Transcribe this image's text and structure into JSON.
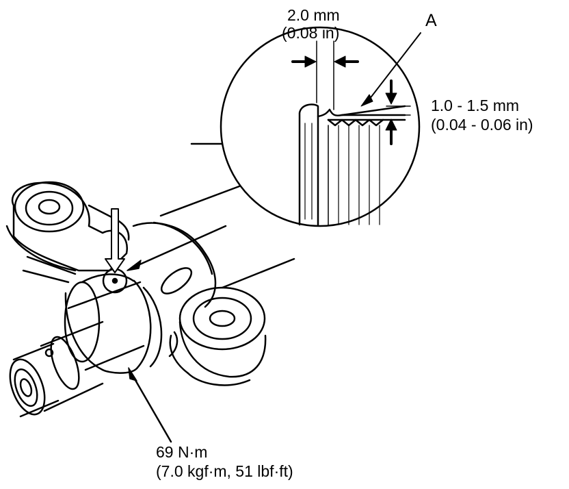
{
  "callout_letter": "A",
  "dimensions": {
    "gap_metric": "2.0 mm",
    "gap_imperial": "(0.08 in)",
    "depth_metric": "1.0 - 1.5 mm",
    "depth_imperial": "(0.04 - 0.06 in)"
  },
  "torque": {
    "metric": "69 N·m",
    "alternate": "(7.0 kgf·m, 51 lbf·ft)"
  }
}
